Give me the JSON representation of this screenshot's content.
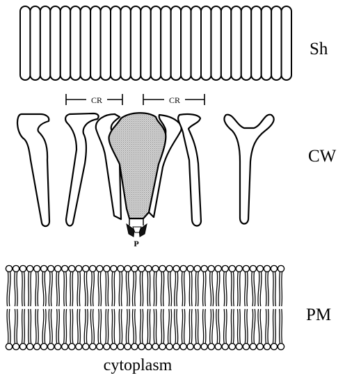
{
  "labels": {
    "sheath": "Sh",
    "cell_wall": "CW",
    "plasma_membrane": "PM",
    "cytoplasm": "cytoplasm",
    "cr_left": "CR",
    "cr_right": "CR",
    "pore": "P"
  },
  "colors": {
    "stroke": "#000000",
    "pore_fill": "#c4c4c4",
    "background": "#ffffff"
  }
}
